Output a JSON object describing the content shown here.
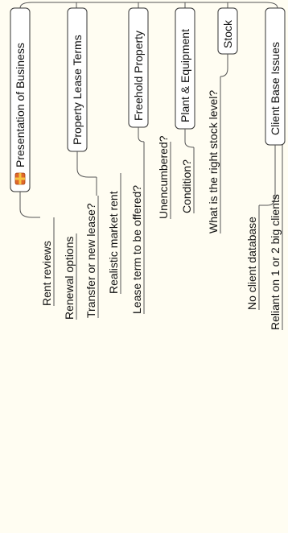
{
  "mindmap": {
    "colors": {
      "background": "#fffdf2",
      "lines": "#555555",
      "box_stroke": "#333333",
      "text": "#111111"
    },
    "branches": [
      {
        "label": "Presentation of Business",
        "icon": "gift-box-icon",
        "children": [
          {
            "label": "Rent reviews"
          },
          {
            "label": "Renewal options"
          },
          {
            "label": "Transfer or new lease?"
          }
        ]
      },
      {
        "label": "Property Lease Terms",
        "children": [
          {
            "label": "Realistic market rent"
          },
          {
            "label": "Lease term to be offered?"
          }
        ]
      },
      {
        "label": "Freehold Property",
        "children": [
          {
            "label": "Unencumbered?"
          },
          {
            "label": "Condition?"
          }
        ]
      },
      {
        "label": "Plant & Equipment",
        "children": [
          {
            "label": "What is the right stock level?"
          }
        ]
      },
      {
        "label": "Stock",
        "children": [
          {
            "label": "No client database"
          },
          {
            "label": "Reliant on 1 or 2 big clients"
          }
        ]
      },
      {
        "label": "Client Base Issues",
        "children": []
      }
    ]
  }
}
